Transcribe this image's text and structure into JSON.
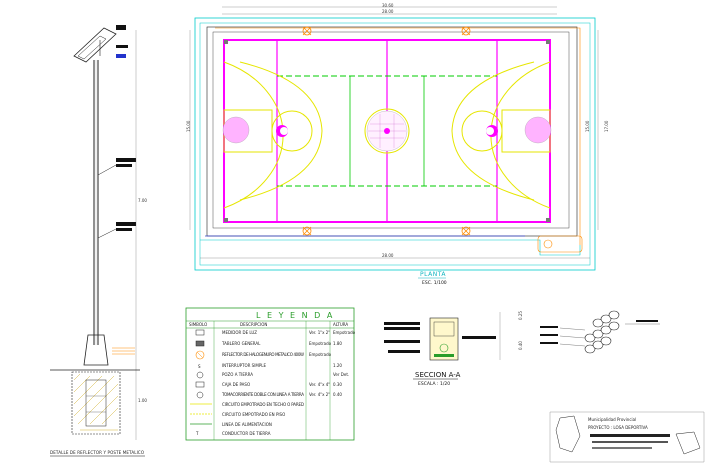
{
  "drawing": {
    "plan_title": "PLANTA",
    "plan_scale": "ESC. 1/100",
    "dim_overall_width": "30.60",
    "dim_court_width": "28.00",
    "dim_bottom_width": "28.00",
    "dim_left_height": "15.00",
    "dim_right_height_a": "15.00",
    "dim_right_height_b": "17.00",
    "pole_height_label": "7.00",
    "pole_footing_label": "1.00",
    "pole_caption": "DETALLE DE REFLECTOR Y POSTE METALICO",
    "section_title": "SECCION A-A",
    "section_scale": "ESCALA : 1/20",
    "section_dim_top": "0.25",
    "section_dim_bottom": "0.40"
  },
  "legend": {
    "title": "L E Y E N D A",
    "header_simbolo": "SIMBOLO",
    "header_descripcion": "DESCRIPCION",
    "header_altura": "ALTURA",
    "rows": [
      {
        "col1": "",
        "desc": "MEDIDOR DE LUZ",
        "spec": "Ver. 1\"x 2\"",
        "alt": "Empotrado"
      },
      {
        "col1": "",
        "desc": "TABLERO GENERAL",
        "spec": "Empotrado",
        "alt": "1.80"
      },
      {
        "col1": "",
        "desc": "REFLECTOR DE HALOGENURO METALICO 400W",
        "spec": "Empotrado",
        "alt": ""
      },
      {
        "col1": "",
        "desc": "INTERRUPTOR SIMPLE",
        "spec": "",
        "alt": "1.20"
      },
      {
        "col1": "",
        "desc": "POZO A TIERRA",
        "spec": "",
        "alt": "Ver Det."
      },
      {
        "col1": "",
        "desc": "CAJA DE PASO",
        "spec": "Ver. 4\"x 4\"",
        "alt": "0.30"
      },
      {
        "col1": "",
        "desc": "TOMACORRIENTE DOBLE CON LINEA A TIERRA",
        "spec": "Ver. 4\"x 2\"",
        "alt": "0.40"
      },
      {
        "col1": "",
        "desc": "CIRCUITO EMPOTRADO EN TECHO O PARED",
        "spec": "",
        "alt": ""
      },
      {
        "col1": "",
        "desc": "CIRCUITO EMPOTRADO EN PISO",
        "spec": "",
        "alt": ""
      },
      {
        "col1": "",
        "desc": "LINEA DE ALIMENTACION",
        "spec": "",
        "alt": ""
      },
      {
        "col1": "",
        "desc": "CONDUCTOR DE TIERRA",
        "spec": "",
        "alt": ""
      }
    ]
  },
  "title_block": {
    "line1": "Municipalidad Provincial",
    "line2": "PROYECTO : LOSA DEPORTIVA"
  },
  "colors": {
    "court_line": "#ff00ff",
    "court_marking": "#e6e600",
    "center_line": "#00cc00",
    "boundary": "#00cccc",
    "conduit": "#ff8c00",
    "legend_border": "#2a9d2a"
  }
}
